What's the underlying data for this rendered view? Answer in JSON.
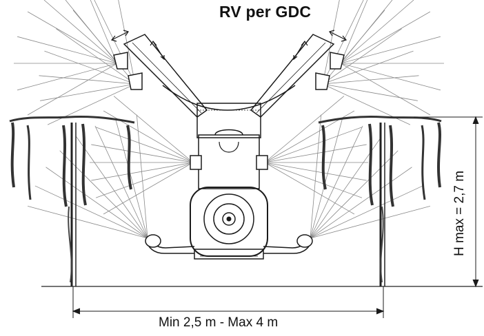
{
  "title": "RV per GDC",
  "dimensions": {
    "width_label": "Min 2,5 m - Max 4 m",
    "height_label": "H max = 2,7 m"
  },
  "colors": {
    "line": "#1a1a1a",
    "spray": "#7a7a7a",
    "foliage": "#3a3a3a"
  }
}
